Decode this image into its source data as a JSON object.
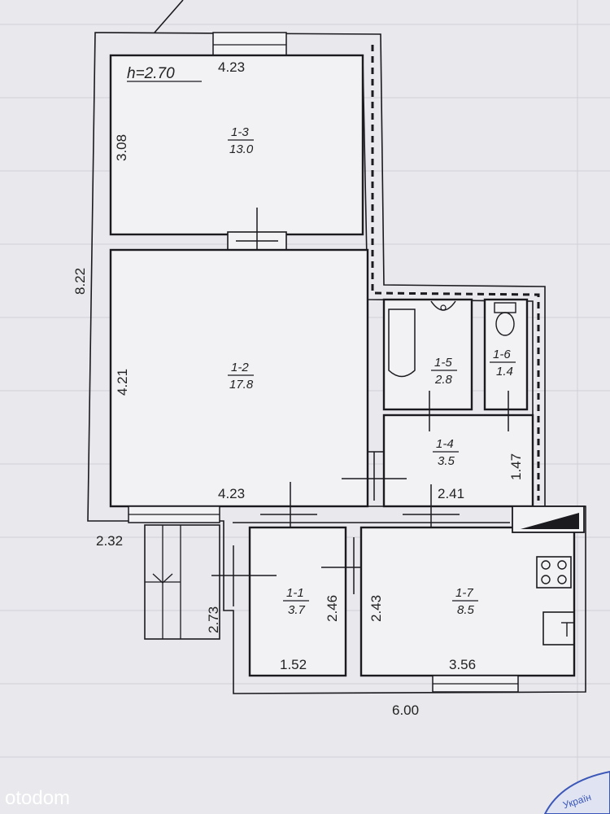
{
  "plan": {
    "height_label": "h=2.70",
    "rooms": [
      {
        "id": "1-3",
        "area": "13.0"
      },
      {
        "id": "1-2",
        "area": "17.8"
      },
      {
        "id": "1-5",
        "area": "2.8"
      },
      {
        "id": "1-6",
        "area": "1.4"
      },
      {
        "id": "1-4",
        "area": "3.5"
      },
      {
        "id": "1-1",
        "area": "3.7"
      },
      {
        "id": "1-7",
        "area": "8.5"
      }
    ],
    "dimensions": {
      "top_width": "4.23",
      "room13_height": "3.08",
      "total_height": "8.22",
      "room12_height": "4.21",
      "room12_width": "4.23",
      "corridor_width": "2.41",
      "room16_depth": "1.47",
      "stair_width": "2.32",
      "stair_height": "2.73",
      "room11_height": "2.46",
      "room17_height": "2.43",
      "room11_width": "1.52",
      "room17_width": "3.56",
      "total_width": "6.00"
    }
  },
  "watermark": "otodom",
  "stamp_text": "Україн"
}
